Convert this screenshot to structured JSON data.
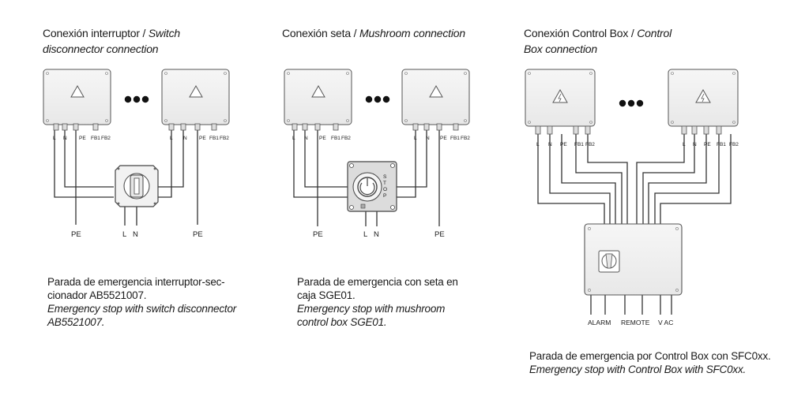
{
  "panels": [
    {
      "title_es": "Conexión interruptor / ",
      "title_en_line1": "Switch",
      "title_en_line2": "disconnector connection",
      "caption_es_line1": "Parada de emergencia interruptor-sec-",
      "caption_es_line2": "cionador AB5521007.",
      "caption_en_line1": "Emergency stop with switch disconnector",
      "caption_en_line2": "AB5521007.",
      "terminals": [
        "L",
        "N",
        "PE",
        "FB1",
        "FB2"
      ],
      "outputs": [
        "PE",
        "L",
        "N",
        "PE"
      ]
    },
    {
      "title_es": "Conexión seta / ",
      "title_en_line1": "Mushroom connection",
      "caption_es_line1": "Parada de emergencia con seta en",
      "caption_es_line2": "caja SGE01.",
      "caption_en_line1": "Emergency stop with mushroom",
      "caption_en_line2": "control box SGE01.",
      "terminals": [
        "L",
        "N",
        "PE",
        "FB1",
        "FB2"
      ],
      "outputs": [
        "PE",
        "L",
        "N",
        "PE"
      ],
      "stop_letters": [
        "S",
        "T",
        "O",
        "P"
      ]
    },
    {
      "title_es": "Conexión Control Box / ",
      "title_en_line1": "Control",
      "title_en_line2": "Box connection",
      "caption_es_line1": "Parada de emergencia por Control Box con SFC0xx.",
      "caption_en_line1": "Emergency stop with Control Box with SFC0xx.",
      "terminals": [
        "L",
        "N",
        "PE",
        "FB1",
        "FB2"
      ],
      "outputs": [
        "ALARM",
        "REMOTE",
        "V AC"
      ]
    }
  ],
  "colors": {
    "line": "#333333",
    "box_fill": "#f1f1f1",
    "box_stroke": "#555555",
    "dark_box": "#d9d9d9"
  }
}
